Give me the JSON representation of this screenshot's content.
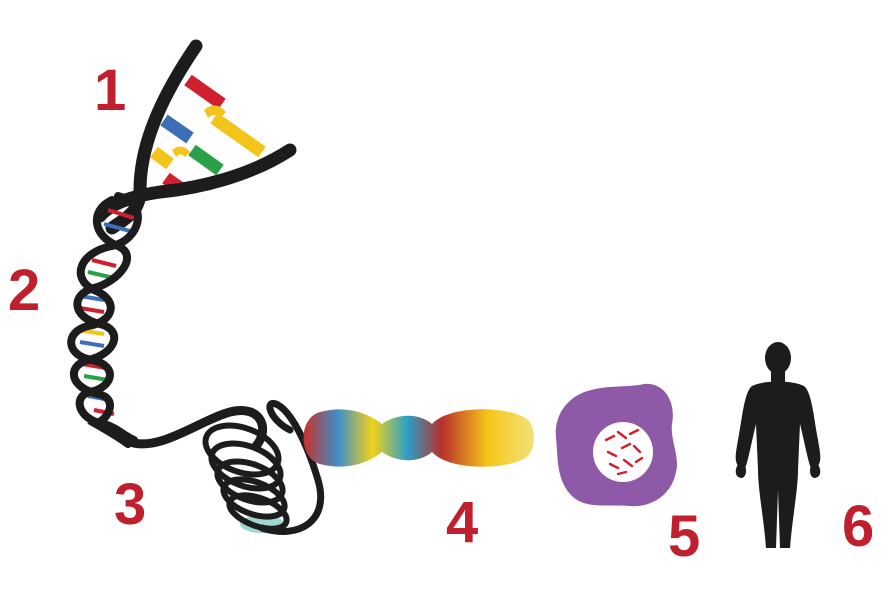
{
  "colors": {
    "number": "#c0202e",
    "strand": "#1c1c1c",
    "base_red": "#cf2030",
    "base_blue": "#3d6fb8",
    "base_green": "#2aa048",
    "base_yellow": "#f3c51c",
    "histone": "#8fcfc8",
    "cell_purple": "#8e5aa8",
    "chromosome_gradient": [
      "#c9312c",
      "#3f8ec9",
      "#f2d21b",
      "#2aa0c8",
      "#c9312c",
      "#f7c61a",
      "#f2d21b"
    ]
  },
  "steps": [
    {
      "label": "1",
      "icon": "dna-double-helix-icon"
    },
    {
      "label": "2",
      "icon": "twisted-helix-icon"
    },
    {
      "label": "3",
      "icon": "coiled-chromatin-icon"
    },
    {
      "label": "4",
      "icon": "chromosome-icon"
    },
    {
      "label": "5",
      "icon": "cell-nucleus-icon"
    },
    {
      "label": "6",
      "icon": "human-silhouette-icon"
    }
  ]
}
